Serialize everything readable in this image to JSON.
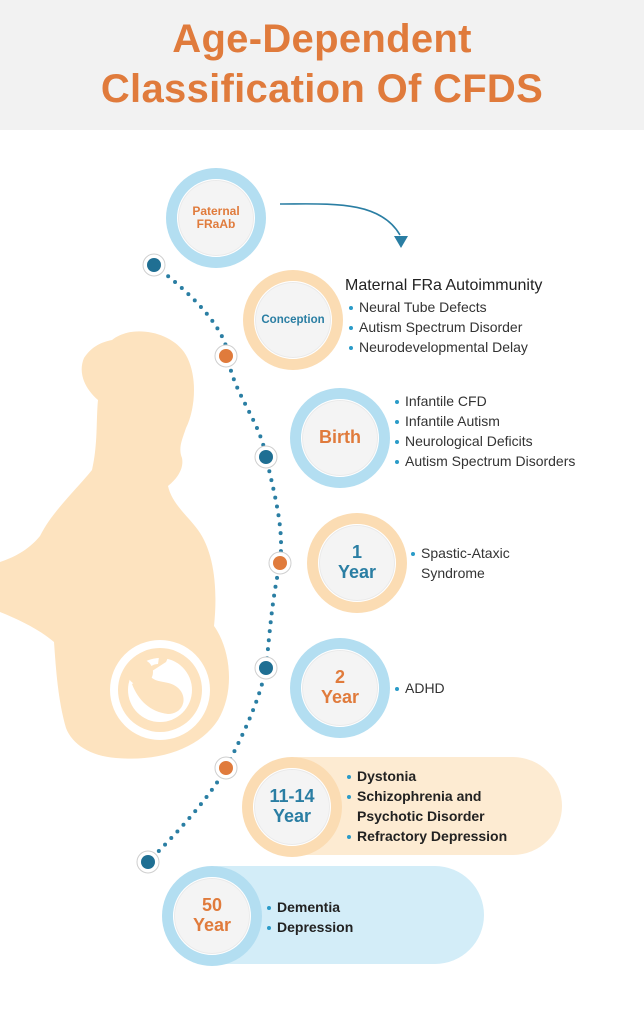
{
  "title": {
    "line1": "Age-Dependent",
    "line2": "Classification Of CFDS"
  },
  "colors": {
    "orange": "#e07b3c",
    "blue": "#2a7ea3",
    "light_blue": "#b3def1",
    "peach": "#fbdcb3",
    "silhouette": "#fde3bf"
  },
  "stages": [
    {
      "label": "Paternal FRaAb",
      "items": []
    },
    {
      "label": "Conception",
      "heading": "Maternal FRa Autoimmunity",
      "items": [
        "Neural Tube Defects",
        "Autism Spectrum Disorder",
        "Neurodevelopmental Delay"
      ]
    },
    {
      "label": "Birth",
      "items": [
        "Infantile CFD",
        "Infantile Autism",
        "Neurological Deficits",
        "Autism Spectrum Disorders"
      ]
    },
    {
      "label_line1": "1",
      "label_line2": "Year",
      "items": [
        "Spastic-Ataxic Syndrome"
      ]
    },
    {
      "label_line1": "2",
      "label_line2": "Year",
      "items": [
        "ADHD"
      ]
    },
    {
      "label_line1": "11-14",
      "label_line2": "Year",
      "items": [
        "Dystonia",
        "Schizophrenia and Psychotic Disorder",
        "Refractory Depression"
      ]
    },
    {
      "label_line1": "50",
      "label_line2": "Year",
      "items": [
        "Dementia",
        "Depression"
      ]
    }
  ]
}
